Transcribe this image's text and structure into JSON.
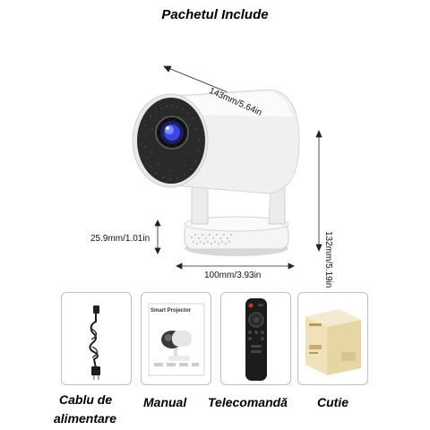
{
  "title": "Pachetul Include",
  "dimensions": {
    "width_top": "143mm/5.64in",
    "height_side": "132mm/5.19in",
    "base_height": "25.9mm/1.01in",
    "base_width": "100mm/3.93in"
  },
  "items": [
    {
      "label_line1": "Cablu de",
      "label_line2": "alimentare"
    },
    {
      "label": "Manual",
      "doc_title": "Smart Projector"
    },
    {
      "label": "Telecomandă"
    },
    {
      "label": "Cutie"
    }
  ],
  "colors": {
    "projector_body": "#f2f2f2",
    "grille": "#2a2a2a",
    "lens_glow": "#4a55ff",
    "box": "#efe2b8",
    "remote": "#1c1c1c"
  }
}
